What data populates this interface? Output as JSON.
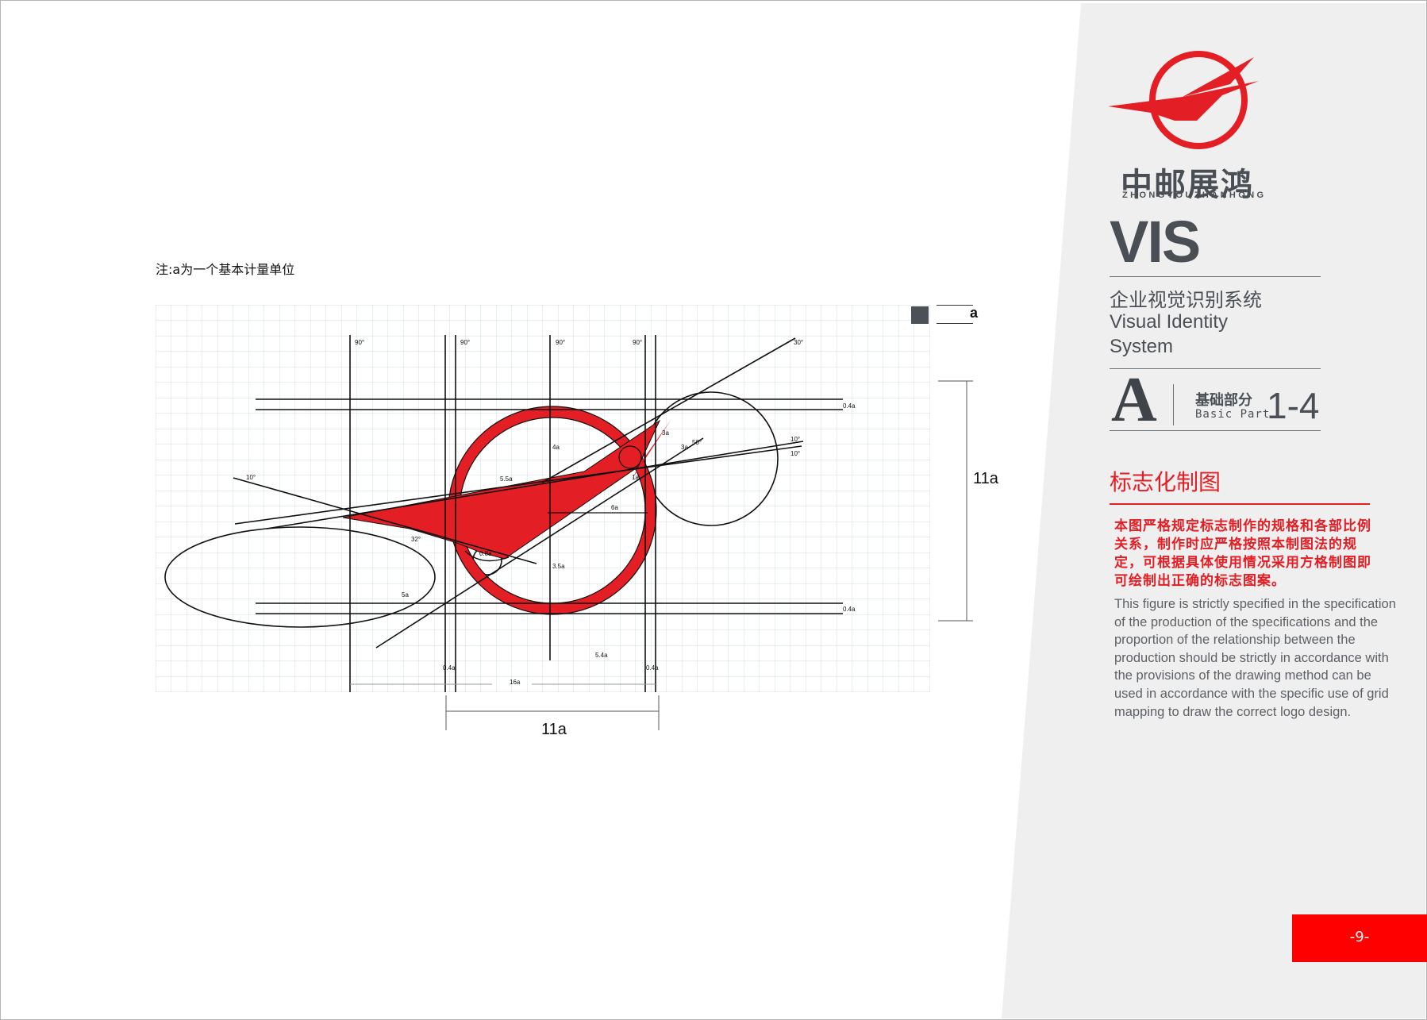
{
  "note": "注:a为一个基本计量单位",
  "unit_label": "a",
  "dim_vertical": "11a",
  "dim_horizontal": "11a",
  "grid_labels": {
    "deg90_a": "90°",
    "deg90_b": "90°",
    "deg90_c": "90°",
    "deg90_d": "90°",
    "deg30": "30°",
    "deg10_left": "10°",
    "deg10_r1": "10°",
    "deg10_r2": "10°",
    "deg50": "50°",
    "deg32": "32°",
    "top_04a": "0.4a",
    "bottom_04a": "0.4a",
    "v_04a_left": "0.4a",
    "v_04a_right": "0.4a",
    "len_55a": "5.5a",
    "len_4a": "4a",
    "len_3a_1": "3a",
    "len_3a_2": "3a",
    "len_6a": "6a",
    "len_1a": "1a",
    "len_08a": "0.8a",
    "len_35a": "3.5a",
    "len_5a": "5a",
    "len_54a": "5.4a",
    "len_16a": "16a"
  },
  "brand": {
    "name_cn": "中邮展鸿",
    "name_en": "ZHONGYOUZHANHONG"
  },
  "system": {
    "vis": "VIS",
    "cn": "企业视觉识别系统",
    "en_line1": "Visual Identity",
    "en_line2": "System"
  },
  "section": {
    "letter": "A",
    "cn": "基础部分",
    "en": "Basic Part",
    "number": "1-4"
  },
  "content": {
    "title": "标志化制图",
    "desc_cn": "本图严格规定标志制作的规格和各部比例关系，制作时应严格按照本制图法的规定，可根据具体使用情况采用方格制图即可绘制出正确的标志图案。",
    "desc_en": "This figure is strictly specified in the specification of the production of the specifications and the proportion of the relationship between the production should be strictly in accordance with the provisions of the drawing method can be used in accordance with the specific use of grid mapping to draw the correct logo design."
  },
  "page_number": "-9-",
  "colors": {
    "brand_red": "#e31e24",
    "tab_red": "#ff0000",
    "panel_gray": "#efefef",
    "text_gray": "#4a4f55"
  }
}
